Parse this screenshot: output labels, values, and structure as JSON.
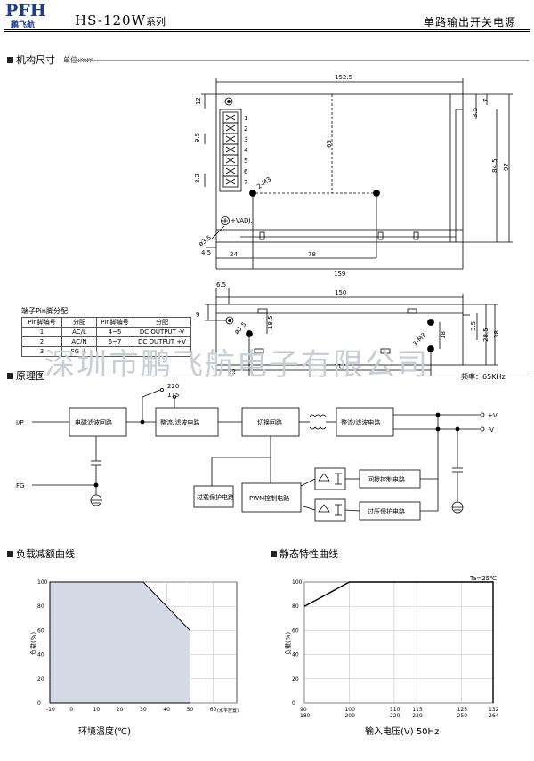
{
  "header": {
    "logo": "PFH",
    "logo_sub": "鹏飞航",
    "model": "HS-120W",
    "model_suffix": "系列",
    "product_type": "单路输出开关电源"
  },
  "mechanical": {
    "section_title": "机构尺寸",
    "unit_note": "单位:mm",
    "top_view": {
      "dims": [
        "152.5",
        "12",
        "3.5",
        "7",
        "65",
        "9.5",
        "84.5",
        "97",
        "8.2",
        "2-M3",
        "+VADJ.",
        "ø3.5",
        "4.5",
        "24",
        "78",
        "159"
      ],
      "terminals": [
        "1",
        "2",
        "3",
        "4",
        "5",
        "6",
        "7"
      ]
    },
    "side_view": {
      "dims": [
        "6.5",
        "150",
        "9",
        "18.5",
        "ø3.5",
        "18",
        "3-M3",
        "3.5",
        "28.5",
        "38",
        "22",
        "117"
      ]
    }
  },
  "pin_table": {
    "title": "端子Pin脚分配",
    "headers": [
      "Pin脚编号",
      "分配",
      "Pin脚编号",
      "分配"
    ],
    "rows": [
      [
        "1",
        "AC/L",
        "4~5",
        "DC OUTPUT -V"
      ],
      [
        "2",
        "AC/N",
        "6~7",
        "DC OUTPUT +V"
      ],
      [
        "3",
        "FG ⏚",
        "",
        ""
      ]
    ]
  },
  "watermark": "深圳市鹏飞航电子有限公司",
  "block_diagram": {
    "section_title": "原理图",
    "frequency": "频率：65KHz",
    "input_label": "I/P",
    "fg_label": "FG",
    "switch_220": "220",
    "switch_115": "115",
    "out_pos": "+V",
    "out_neg": "-V",
    "blocks": {
      "emi": "电磁滤波回路",
      "rectifier_in": "整流/滤波电路",
      "switching": "切换回路",
      "rectifier_out": "整流/滤波电路",
      "feedback": "回授控制电路",
      "pwm": "PWM控制电路",
      "overload": "过载保护电路",
      "overvoltage": "过压保护电路"
    }
  },
  "derating": {
    "section_title": "负载减额曲线",
    "chart_data": {
      "type": "area",
      "x": [
        -10,
        30,
        50,
        50
      ],
      "y": [
        100,
        100,
        60,
        0
      ],
      "title": "",
      "xlabel": "环境温度(℃)",
      "ylabel": "负载(%)",
      "xlim": [
        -10,
        70
      ],
      "ylim": [
        0,
        100
      ],
      "x_ticks": [
        "-10",
        "0",
        "10",
        "20",
        "30",
        "40",
        "50",
        "60"
      ],
      "x_tick_note": "(水平放置)",
      "y_ticks": [
        "0",
        "20",
        "40",
        "60",
        "80",
        "100"
      ],
      "grid": true,
      "fill_color": "#d5dae6"
    }
  },
  "static": {
    "section_title": "静态特性曲线",
    "chart_data": {
      "type": "line",
      "x": [
        90,
        100,
        132,
        132
      ],
      "y": [
        80,
        100,
        100,
        0
      ],
      "title": "",
      "annotation": "Ta=25℃",
      "xlabel": "输入电压(V) 50Hz",
      "ylabel": "负载(%)",
      "xlim": [
        90,
        132
      ],
      "ylim": [
        0,
        100
      ],
      "x_ticks_top": [
        "90",
        "100",
        "110",
        "115",
        "125",
        "132"
      ],
      "x_ticks_bottom": [
        "180",
        "200",
        "220",
        "230",
        "250",
        "264"
      ],
      "y_ticks": [
        "0",
        "20",
        "40",
        "60",
        "80",
        "100"
      ],
      "grid": true
    }
  }
}
